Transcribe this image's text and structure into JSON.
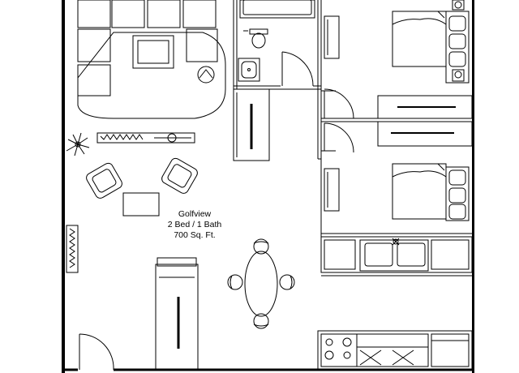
{
  "plan": {
    "name": "Golfview",
    "layout": "2 Bed / 1 Bath",
    "area": "700 Sq. Ft."
  },
  "colors": {
    "line": "#000000",
    "background": "#ffffff"
  }
}
